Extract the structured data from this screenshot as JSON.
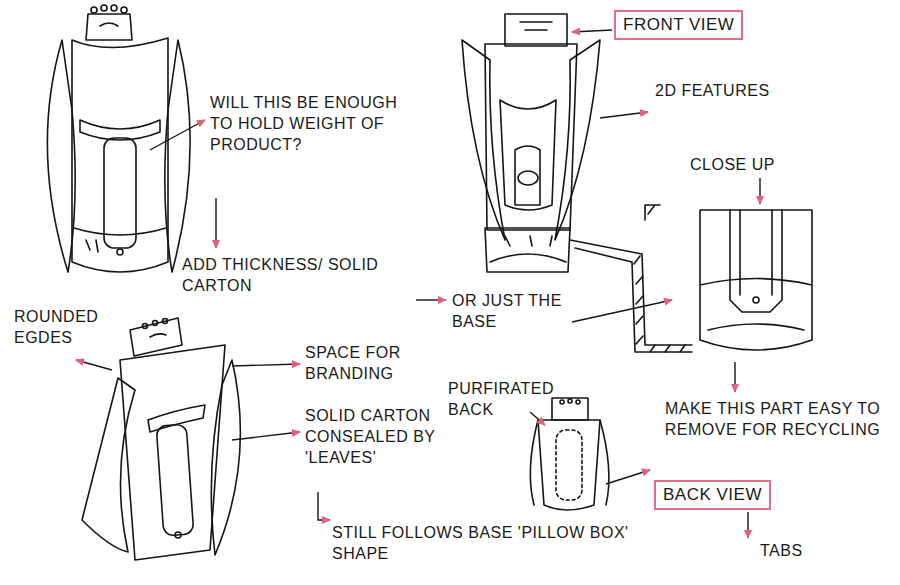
{
  "diagram": {
    "nodes": [
      {
        "text": [
          "FRONT VIEW"
        ]
      },
      {
        "text": [
          "BACK VIEW"
        ]
      }
    ],
    "labels": [
      "WILL THIS BE ENOUGH TO HOLD WEIGHT OF PRODUCT?",
      "2D FEATURES",
      "CLOSE UP",
      "ADD THICKNESS/ SOLID CARTON",
      "OR JUST THE BASE",
      "ROUNDED EGDES",
      "SPACE FOR BRANDING",
      "SOLID CARTON CONSEALED BY 'LEAVES'",
      "STILL FOLLOWS BASE 'PILLOW BOX' SHAPE",
      "PURFIRATED BACK",
      "MAKE THIS PART EASY TO REMOVE FOR RECYCLING",
      "TABS"
    ]
  }
}
